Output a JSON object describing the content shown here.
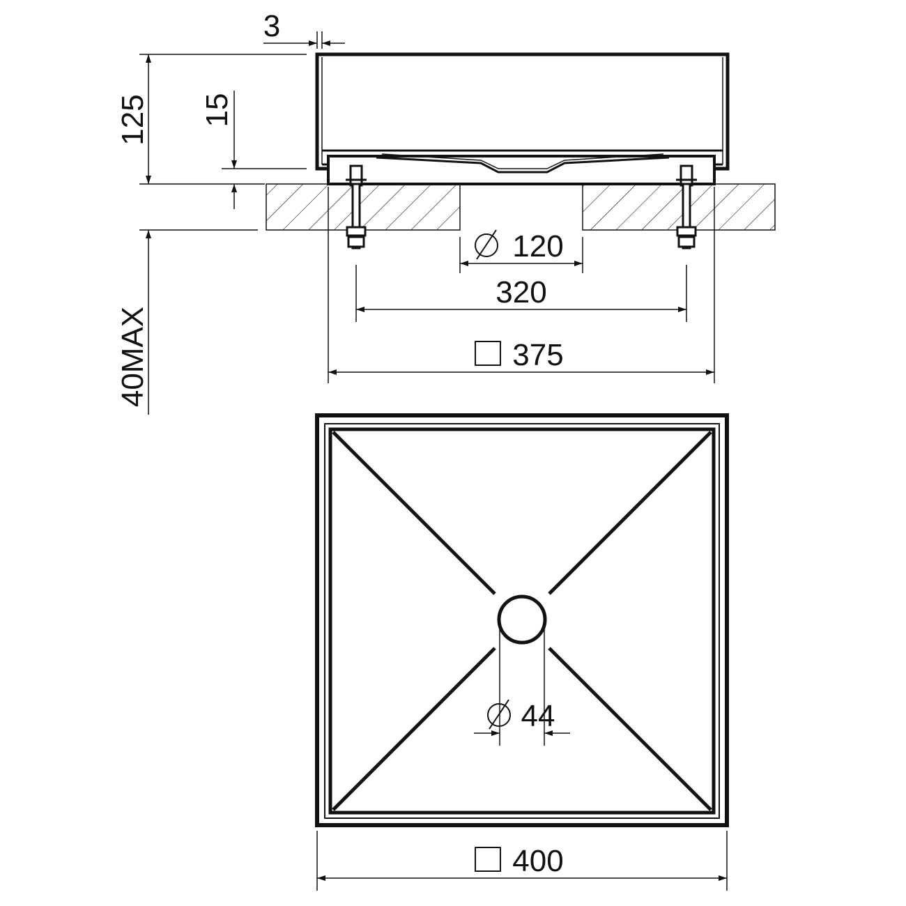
{
  "dimensions": {
    "rim_thickness": "3",
    "total_height": "125",
    "rim_offset": "15",
    "max_counter_thickness": "40MAX",
    "drain_diameter_side": "120",
    "bolt_spacing": "320",
    "base_square": "375",
    "drain_diameter_top": "44",
    "outer_square": "400"
  },
  "colors": {
    "line": "#111111",
    "background": "#ffffff"
  },
  "icons": {
    "diameter": "diameter-icon",
    "square": "square-icon"
  }
}
